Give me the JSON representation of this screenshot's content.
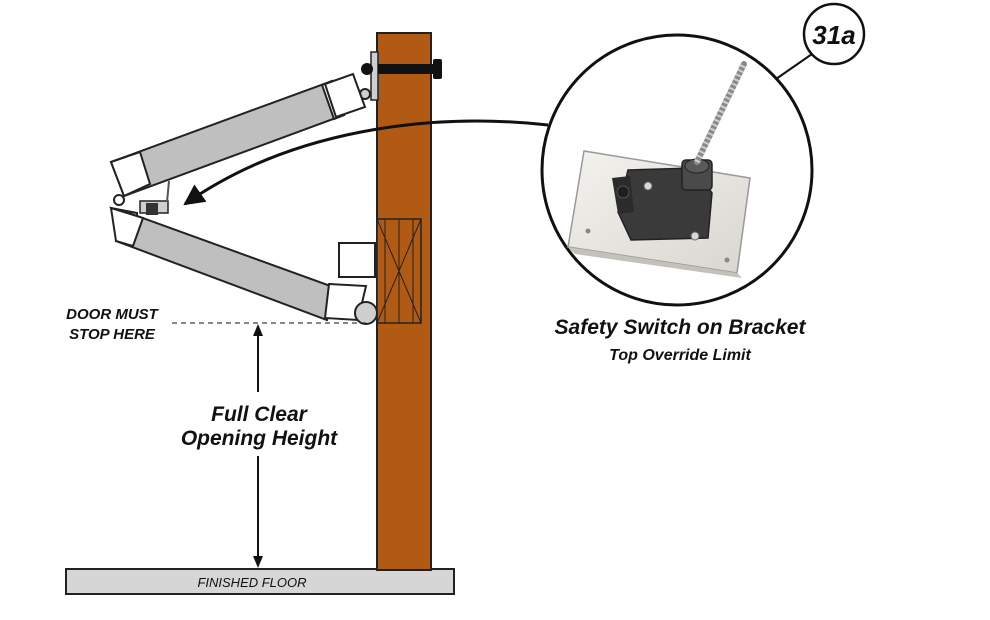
{
  "callout": {
    "number": "31a",
    "title": "Safety Switch on Bracket",
    "subtitle": "Top Override Limit"
  },
  "labels": {
    "stop_line1": "DOOR MUST",
    "stop_line2": "STOP HERE",
    "height_line1": "Full Clear",
    "height_line2": "Opening Height",
    "floor": "FINISHED FLOOR"
  },
  "colors": {
    "post": "#b05a14",
    "panel": "#bfbfbf",
    "floor": "#d6d6d6",
    "ink": "#111111"
  }
}
